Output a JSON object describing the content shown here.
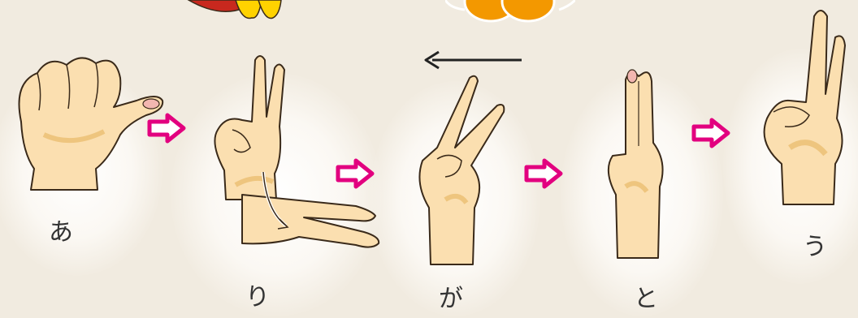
{
  "sign_steps": [
    {
      "id": "a",
      "label": "あ",
      "hand": "thumb-out-fist"
    },
    {
      "id": "ri",
      "label": "り",
      "hand": "v-fingers-trace-down"
    },
    {
      "id": "ga",
      "label": "が",
      "hand": "v-sign-tilted"
    },
    {
      "id": "to",
      "label": "と",
      "hand": "two-fingers-together"
    },
    {
      "id": "u",
      "label": "う",
      "hand": "two-fingers-up"
    }
  ],
  "arrow_color": "#e2007f",
  "skin_color": "#fbdfb0",
  "skin_shadow": "#e8b96a",
  "outline_color": "#3a2a1a",
  "direction_hint": "left-arrow"
}
